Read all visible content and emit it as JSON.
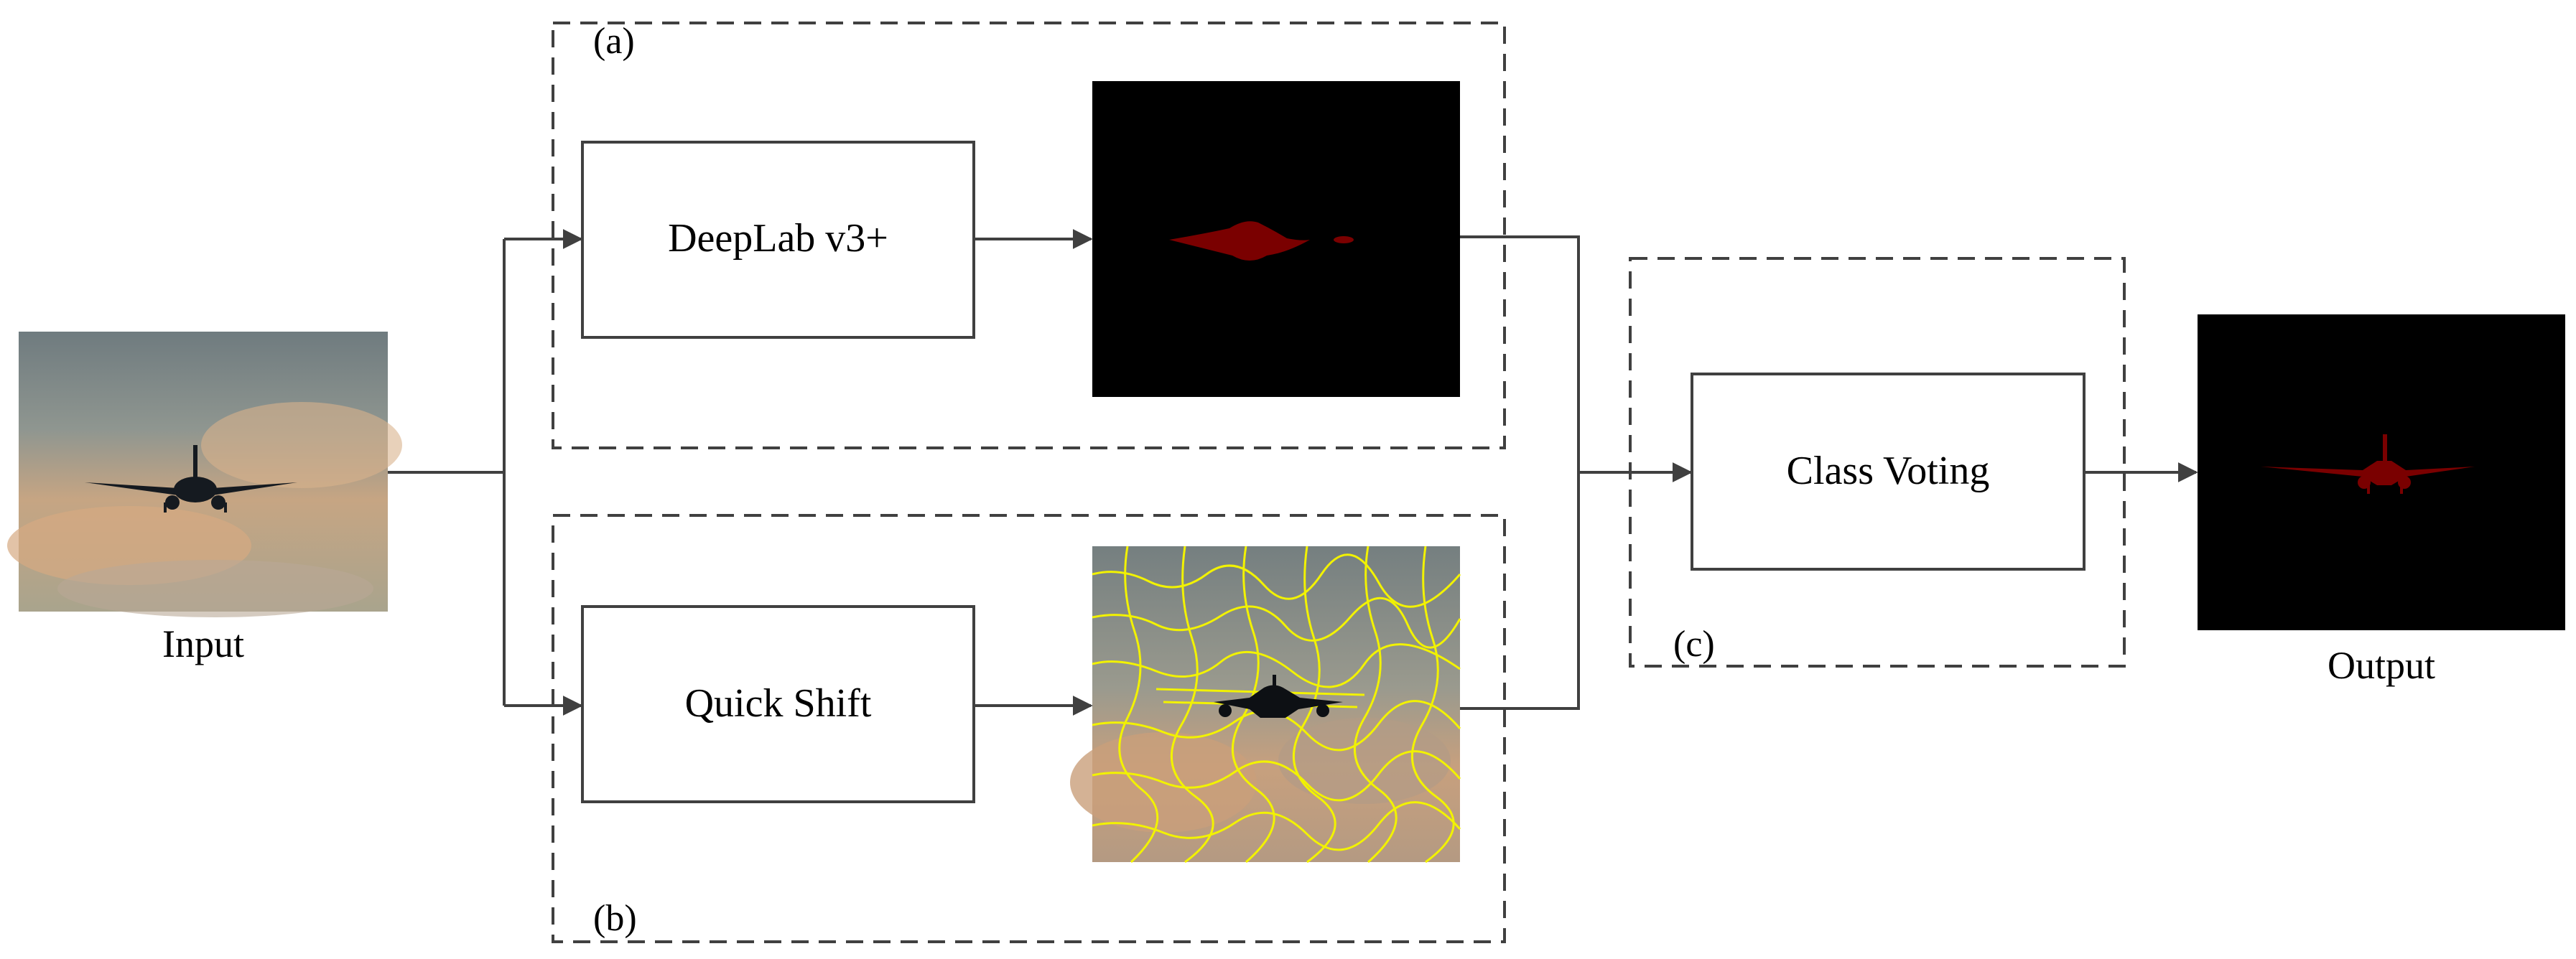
{
  "panels": {
    "a": "(a)",
    "b": "(b)",
    "c": "(c)"
  },
  "labels": {
    "input": "Input",
    "output": "Output"
  },
  "boxes": {
    "deeplab": "DeepLab v3+",
    "quickshift": "Quick Shift",
    "voting": "Class Voting"
  },
  "colors": {
    "line": "#404040",
    "mask": "#7a0000",
    "superpixel_border": "#f2f200",
    "sky_top": "#7d8788",
    "sky_bottom": "#c8a17c"
  }
}
